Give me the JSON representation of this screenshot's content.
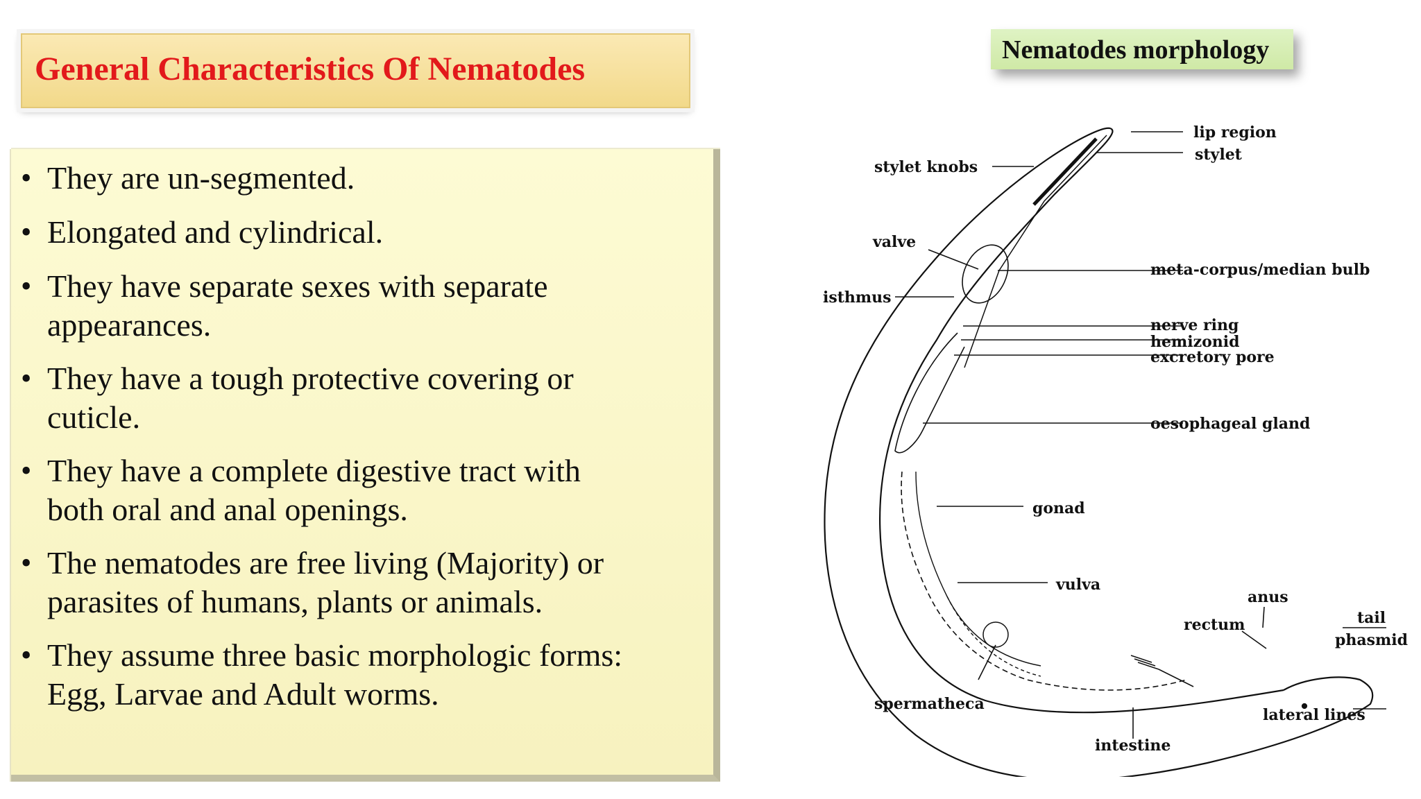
{
  "title": "General Characteristics Of Nematodes",
  "bullets": [
    [
      "They are un-segmented."
    ],
    [
      "Elongated and cylindrical."
    ],
    [
      "They have separate sexes with separate",
      "appearances."
    ],
    [
      "They have a tough protective covering or",
      "cuticle."
    ],
    [
      "They have a complete digestive tract with",
      "both oral and anal openings."
    ],
    [
      "The nematodes are free living (Majority) or",
      "parasites of humans, plants or animals."
    ],
    [
      "They assume three basic morphologic forms:",
      "Egg, Larvae and Adult worms."
    ]
  ],
  "figure": {
    "caption": "Nematodes morphology",
    "labels": {
      "lip_region": "lip region",
      "stylet": "stylet",
      "stylet_knobs": "stylet knobs",
      "valve": "valve",
      "meta_corpus": "meta-corpus/median bulb",
      "isthmus": "isthmus",
      "nerve_ring": "nerve ring",
      "hemizonid": "hemizonid",
      "excretory_pore": "excretory pore",
      "oesophageal_gland": "oesophageal gland",
      "gonad": "gonad",
      "vulva": "vulva",
      "anus": "anus",
      "tail": "tail",
      "rectum": "rectum",
      "phasmid": "phasmid",
      "spermatheca": "spermatheca",
      "lateral_lines": "lateral lines",
      "intestine": "intestine"
    }
  }
}
